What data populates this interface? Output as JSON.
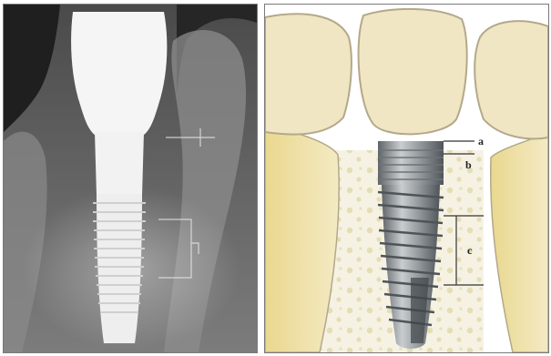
{
  "figure": {
    "left_panel": {
      "icon": "xray-radiograph-icon"
    },
    "right_panel": {
      "icon": "implant-diagram-icon",
      "labels": {
        "a": "a",
        "b": "b",
        "c": "c"
      }
    }
  },
  "colors": {
    "xray_background": "#2e2e2e",
    "implant_white": "#f4f4f4",
    "tooth_fill": "#f1e6c3",
    "tooth_outline": "#b3a88a",
    "bone_fill": "#f6f2e3",
    "bone_speckle": "#e4ddb6",
    "implant_metal": "#9aa0a4"
  }
}
